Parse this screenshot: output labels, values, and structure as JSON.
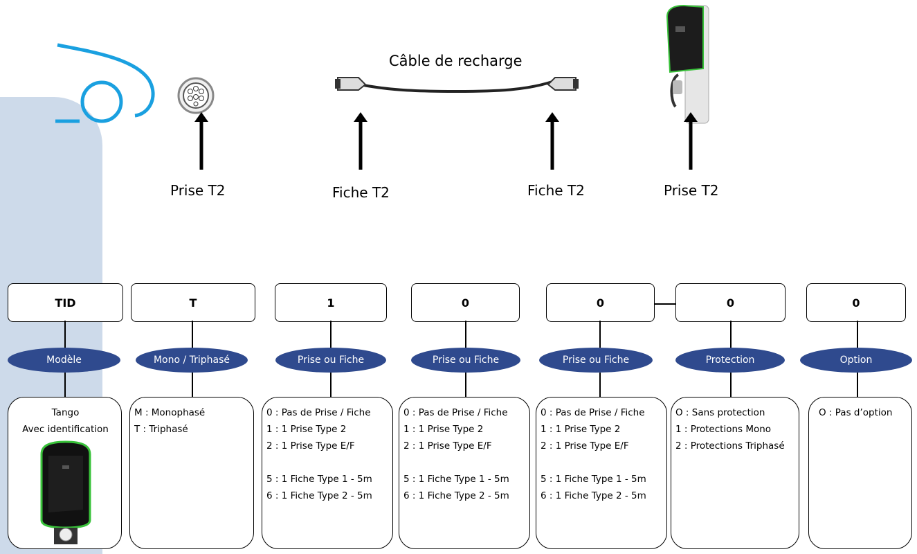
{
  "top": {
    "cable_title": "Câble de recharge",
    "labels": [
      "Prise T2",
      "Fiche T2",
      "Fiche T2",
      "Prise T2"
    ]
  },
  "codes": [
    {
      "value": "TID",
      "pill": "Modèle",
      "lines": [
        "Tango",
        "Avec identification"
      ]
    },
    {
      "value": "T",
      "pill": "Mono / Triphasé",
      "lines": [
        "M : Monophasé",
        "T :  Triphasé"
      ]
    },
    {
      "value": "1",
      "pill": "Prise ou Fiche",
      "lines": [
        "0 : Pas de Prise / Fiche",
        "1 : 1 Prise Type 2",
        "2 : 1 Prise Type E/F",
        "",
        "5 : 1 Fiche Type 1 - 5m",
        "6 : 1 Fiche Type 2 - 5m"
      ]
    },
    {
      "value": "0",
      "pill": "Prise ou Fiche",
      "lines": [
        "0 : Pas de Prise / Fiche",
        "1 : 1 Prise Type 2",
        "2 : 1 Prise Type E/F",
        "",
        "5 : 1 Fiche Type 1 - 5m",
        "6 : 1 Fiche Type 2 - 5m"
      ]
    },
    {
      "value": "0",
      "pill": "Prise ou Fiche",
      "lines": [
        "0 : Pas de Prise / Fiche",
        "1 : 1 Prise Type 2",
        "2 : 1 Prise Type E/F",
        "",
        "5 : 1 Fiche Type 1 - 5m",
        "6 : 1 Fiche Type 2 - 5m"
      ]
    },
    {
      "value": "0",
      "pill": "Protection",
      "lines": [
        "O : Sans protection",
        "1 : Protections Mono",
        "2 : Protections Triphasé"
      ]
    },
    {
      "value": "0",
      "pill": "Option",
      "lines": [
        "O : Pas d’option"
      ]
    }
  ],
  "colors": {
    "pill": "#2f4a8e",
    "accent_green": "#39c23a",
    "car_blue": "#1aa0e0",
    "band": "#c8d6e8"
  }
}
